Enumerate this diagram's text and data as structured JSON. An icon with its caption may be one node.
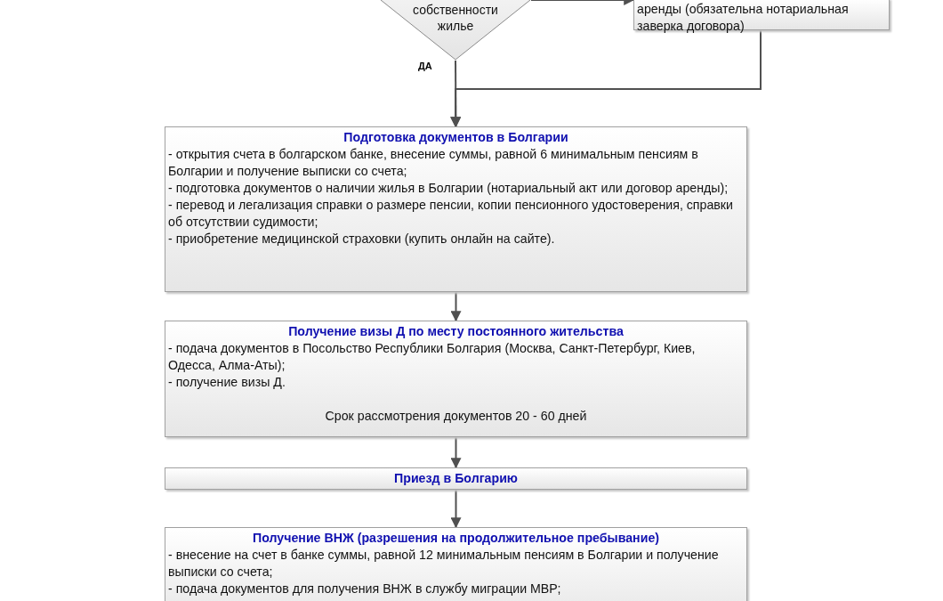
{
  "diagram": {
    "nodes": [
      {
        "text": [
          "собственности жилье"
        ]
      },
      {
        "text": [
          "аренды (обязательна нотариальная заверка договора)"
        ]
      },
      {
        "text": [
          "Подготовка документов в Болгарии",
          "- открытия счета в болгарском банке, внесение суммы, равной 6 минимальным пенсиям в Болгарии и получение выписки со счета;",
          "- подготовка документов о наличии жилья в Болгарии (нотариальный акт или договор аренды);",
          "- перевод и легализация справки о размере пенсии, копии пенсионного удостоверения, справки об отсутствии судимости;",
          "- приобретение медицинской страховки (купить онлайн на сайте)."
        ]
      },
      {
        "text": [
          "Получение визы Д по месту постоянного жительства",
          "- подача документов в Посольство Республики Болгария (Москва, Санкт-Петербург, Киев, Одесса, Алма-Аты);",
          "- получение визы Д.",
          "Срок рассмотрения документов 20 - 60 дней"
        ]
      },
      {
        "text": [
          "Приезд в Болгарию"
        ]
      },
      {
        "text": [
          "Получение ВНЖ (разрешения на продолжительное пребывание)",
          "- внесение на счет в банке суммы, равной 12 минимальным пенсиям в Болгарии и получение выписки со счета;",
          "- подача документов для получения ВНЖ в службу миграции МВР;"
        ]
      }
    ],
    "edges": [
      {
        "from": 0,
        "to": 1,
        "arrow": "to"
      },
      {
        "from": 0,
        "to": 2,
        "arrow": "to",
        "label": "ДА"
      },
      {
        "from": 1,
        "to": 2,
        "arrow": "to"
      },
      {
        "from": 2,
        "to": 3,
        "arrow": "to"
      },
      {
        "from": 3,
        "to": 4,
        "arrow": "to"
      },
      {
        "from": 4,
        "to": 5,
        "arrow": "to"
      }
    ]
  }
}
